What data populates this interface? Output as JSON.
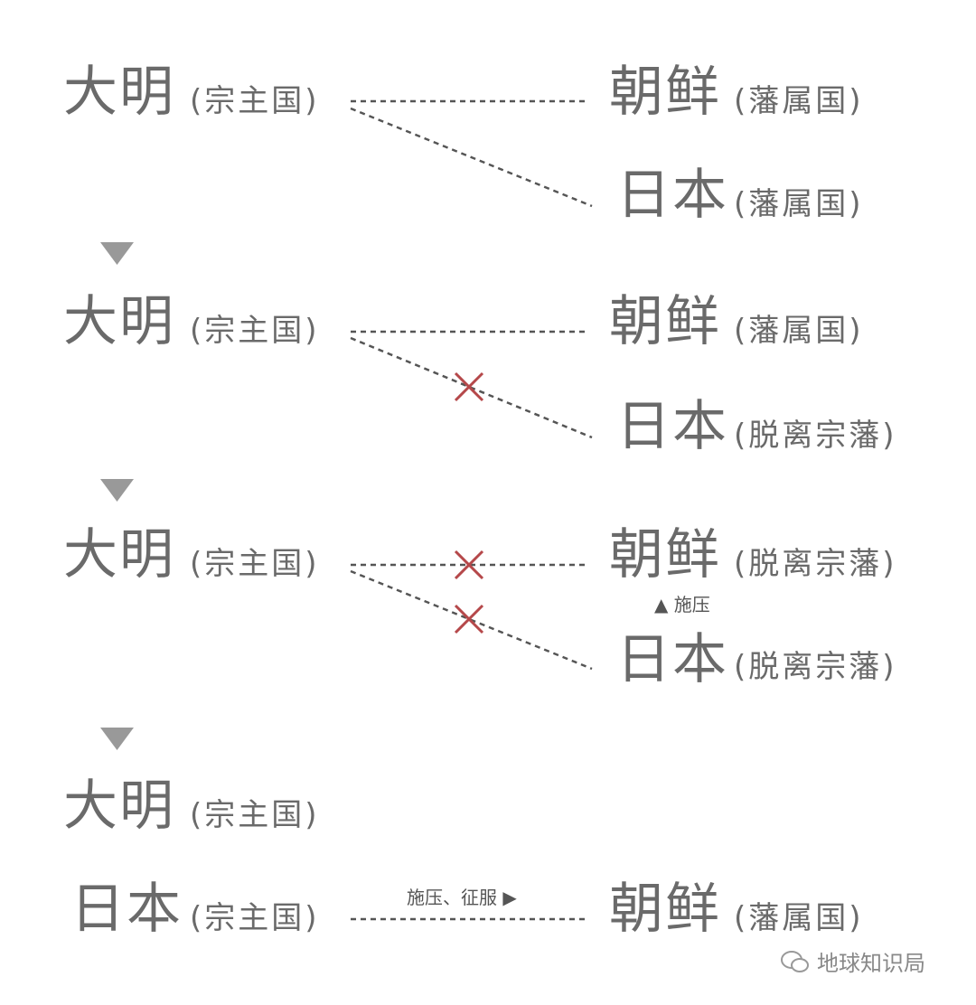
{
  "stages": [
    {
      "left": {
        "name": "大明",
        "role": "(宗主国)"
      },
      "right": [
        {
          "name": "朝鲜",
          "role": "(藩属国)"
        },
        {
          "name": "日本",
          "role": "(藩属国)"
        }
      ]
    },
    {
      "left": {
        "name": "大明",
        "role": "(宗主国)"
      },
      "right": [
        {
          "name": "朝鲜",
          "role": "(藩属国)"
        },
        {
          "name": "日本",
          "role": "(脱离宗藩)"
        }
      ]
    },
    {
      "left": {
        "name": "大明",
        "role": "(宗主国)"
      },
      "right": [
        {
          "name": "朝鲜",
          "role": "(脱离宗藩)"
        },
        {
          "name": "日本",
          "role": "(脱离宗藩)"
        }
      ],
      "annotation": "▲ 施压"
    },
    {
      "left": {
        "name": "大明",
        "role": "(宗主国)"
      },
      "left2": {
        "name": "日本",
        "role": "(宗主国)"
      },
      "right": [
        {
          "name": "朝鲜",
          "role": "(藩属国)"
        }
      ],
      "annotation": "施压、征服 ▶"
    }
  ],
  "watermark": "地球知识局",
  "colors": {
    "text": "#6a6a6a",
    "line": "#555555",
    "cross": "#b5484a",
    "arrow": "#999999"
  }
}
